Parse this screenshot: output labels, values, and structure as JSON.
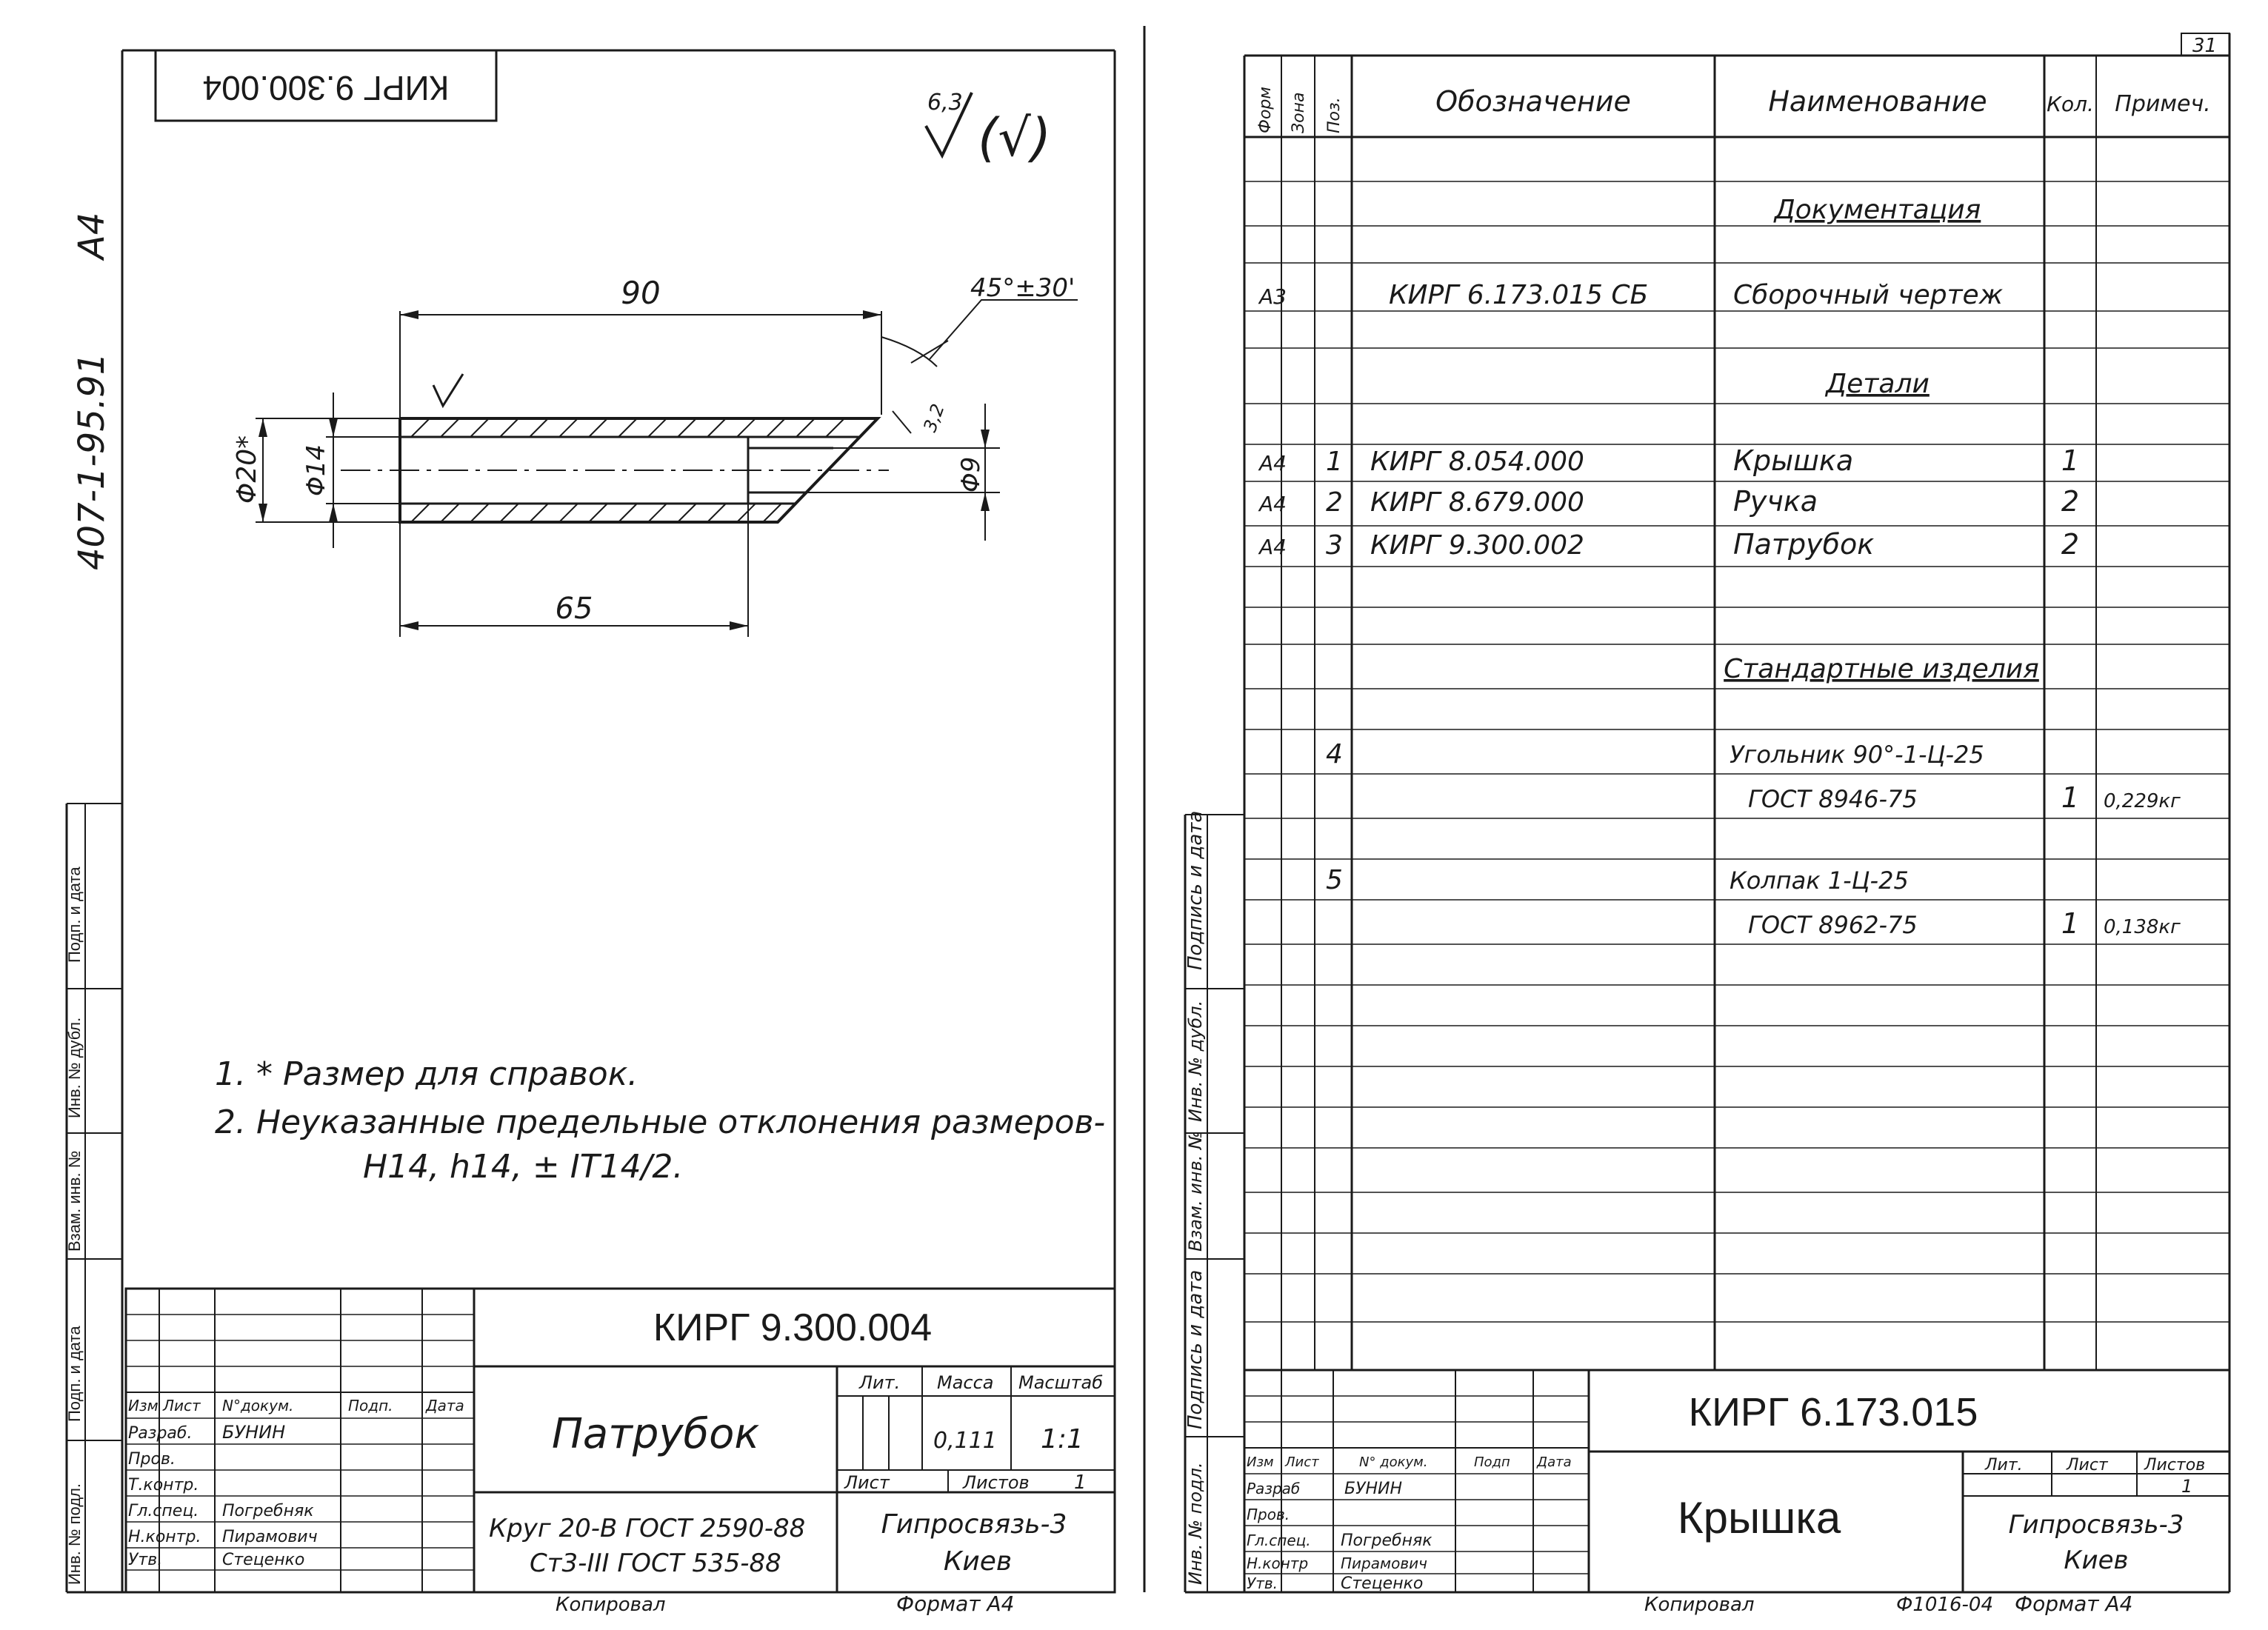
{
  "left_sheet": {
    "stamp_top": "КИРГ 9.300.004",
    "side_code": "407-1-95.91",
    "side_format": "A4",
    "roughness_value": "6,3",
    "roughness_rest": "(√)",
    "dims": {
      "length_total": "90",
      "length_inner": "65",
      "outer_dia": "Φ20*",
      "inner_dia": "Φ14",
      "bore_dia": "Φ9",
      "chamfer_angle": "45°±30'",
      "chamfer_size": "3,2"
    },
    "notes": [
      "1. * Размер для справок.",
      "2. Неуказанные предельные отклонения размеров-",
      "H14, h14, ± IT14/2."
    ],
    "side_columns": [
      "Подп. и дата",
      "Инв. № дубл.",
      "Взам. инв. №",
      "Подп. и дата",
      "Инв. № подл."
    ],
    "title_block": {
      "designation": "КИРГ 9.300.004",
      "name": "Патрубок",
      "material_line1": "Круг 20-В ГОСТ 2590-88",
      "material_line2": "Ст3-III ГОСТ 535-88",
      "lit_label": "Лит.",
      "mass_label": "Масса",
      "scale_label": "Масштаб",
      "mass": "0,111",
      "scale": "1:1",
      "sheet_label": "Лист",
      "sheets_label": "Листов",
      "sheets": "1",
      "org_line1": "Гипросвязь-3",
      "org_line2": "Киев",
      "col_izm": "Изм",
      "col_list": "Лист",
      "col_doc": "N°докум.",
      "col_sign": "Подп.",
      "col_date": "Дата",
      "roles": [
        {
          "role": "Разраб.",
          "name": "БУНИН"
        },
        {
          "role": "Пров.",
          "name": ""
        },
        {
          "role": "Т.контр.",
          "name": ""
        },
        {
          "role": "Гл.спец.",
          "name": "Погребняк"
        },
        {
          "role": "Н.контр.",
          "name": "Пирамович"
        },
        {
          "role": "Утв.",
          "name": "Стеценко"
        }
      ],
      "copied": "Копировал",
      "format": "Формат А4"
    }
  },
  "right_sheet": {
    "page_number": "31",
    "header": {
      "format": "Форм",
      "zone": "Зона",
      "pos": "Поз.",
      "designation": "Обозначение",
      "name": "Наименование",
      "qty": "Кол.",
      "note": "Примеч."
    },
    "rows": [
      {
        "format": "",
        "pos": "",
        "designation": "",
        "name": "Документация",
        "qty": "",
        "note": "",
        "section": true
      },
      {
        "format": "А3",
        "pos": "",
        "designation": "КИРГ 6.173.015 СБ",
        "name": "Сборочный чертеж",
        "qty": "",
        "note": "",
        "section": false
      },
      {
        "format": "",
        "pos": "",
        "designation": "",
        "name": "Детали",
        "qty": "",
        "note": "",
        "section": true
      },
      {
        "format": "А4",
        "pos": "1",
        "designation": "КИРГ 8.054.000",
        "name": "Крышка",
        "qty": "1",
        "note": "",
        "section": false
      },
      {
        "format": "А4",
        "pos": "2",
        "designation": "КИРГ 8.679.000",
        "name": "Ручка",
        "qty": "2",
        "note": "",
        "section": false
      },
      {
        "format": "А4",
        "pos": "3",
        "designation": "КИРГ 9.300.002",
        "name": "Патрубок",
        "qty": "2",
        "note": "",
        "section": false
      },
      {
        "format": "",
        "pos": "",
        "designation": "",
        "name": "Стандартные изделия",
        "qty": "",
        "note": "",
        "section": true
      },
      {
        "format": "",
        "pos": "4",
        "designation": "",
        "name": "Угольник 90°-1-Ц-25",
        "qty": "",
        "note": "",
        "section": false
      },
      {
        "format": "",
        "pos": "",
        "designation": "",
        "name": "ГОСТ 8946-75",
        "qty": "1",
        "note": "0,229кг",
        "section": false
      },
      {
        "format": "",
        "pos": "5",
        "designation": "",
        "name": "Колпак 1-Ц-25",
        "qty": "",
        "note": "",
        "section": false
      },
      {
        "format": "",
        "pos": "",
        "designation": "",
        "name": "ГОСТ 8962-75",
        "qty": "1",
        "note": "0,138кг",
        "section": false
      }
    ],
    "side_columns": [
      "Подпись и дата",
      "Инв. № дубл.",
      "Взам. инв. №",
      "Подпись и дата",
      "Инв. № подл."
    ],
    "title_block": {
      "designation": "КИРГ 6.173.015",
      "name": "Крышка",
      "lit_label": "Лит.",
      "sheet_label": "Лист",
      "sheets_label": "Листов",
      "sheets": "1",
      "org_line1": "Гипросвязь-3",
      "org_line2": "Киев",
      "col_izm": "Изм",
      "col_list": "Лист",
      "col_doc": "N° докум.",
      "col_sign": "Подп",
      "col_date": "Дата",
      "roles": [
        {
          "role": "Разраб",
          "name": "БУНИН"
        },
        {
          "role": "Пров.",
          "name": ""
        },
        {
          "role": "Гл.спец.",
          "name": "Погребняк"
        },
        {
          "role": "Н.контр",
          "name": "Пирамович"
        },
        {
          "role": "Утв.",
          "name": "Стеценко"
        }
      ],
      "copied": "Копировал",
      "code": "Ф1016-04",
      "format": "Формат А4"
    }
  }
}
